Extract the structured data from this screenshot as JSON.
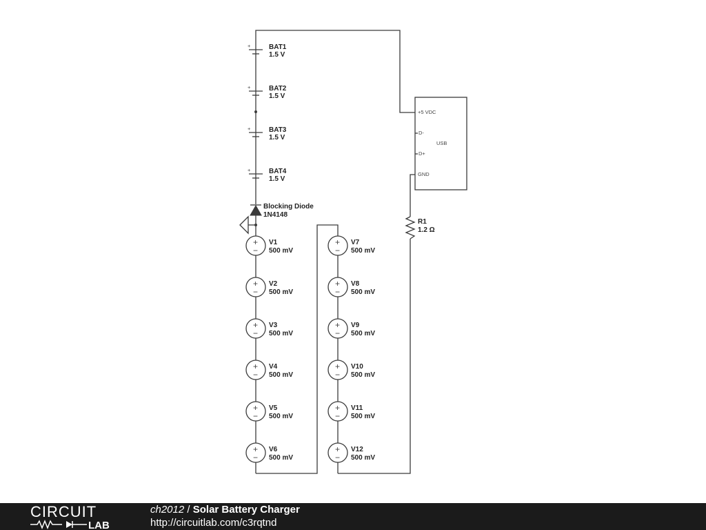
{
  "schematic": {
    "batteries": [
      {
        "name": "BAT1",
        "value": "1.5 V"
      },
      {
        "name": "BAT2",
        "value": "1.5 V"
      },
      {
        "name": "BAT3",
        "value": "1.5 V"
      },
      {
        "name": "BAT4",
        "value": "1.5 V"
      }
    ],
    "diode": {
      "name": "Blocking Diode",
      "value": "1N4148"
    },
    "resistor": {
      "name": "R1",
      "value": "1.2 Ω"
    },
    "usb": {
      "label": "USB",
      "pins": [
        "+5 VDC",
        "D-",
        "D+",
        "GND"
      ]
    },
    "sources_left": [
      {
        "name": "V1",
        "value": "500 mV"
      },
      {
        "name": "V2",
        "value": "500 mV"
      },
      {
        "name": "V3",
        "value": "500 mV"
      },
      {
        "name": "V4",
        "value": "500 mV"
      },
      {
        "name": "V5",
        "value": "500 mV"
      },
      {
        "name": "V6",
        "value": "500 mV"
      }
    ],
    "sources_right": [
      {
        "name": "V7",
        "value": "500 mV"
      },
      {
        "name": "V8",
        "value": "500 mV"
      },
      {
        "name": "V9",
        "value": "500 mV"
      },
      {
        "name": "V10",
        "value": "500 mV"
      },
      {
        "name": "V11",
        "value": "500 mV"
      },
      {
        "name": "V12",
        "value": "500 mV"
      }
    ],
    "battery_plus_symbol": "+",
    "source_plus_symbol": "+",
    "source_minus_symbol": "−"
  },
  "footer": {
    "logo_top": "CIRCUIT",
    "logo_bottom": "LAB",
    "author": "ch2012",
    "separator": " / ",
    "title": "Solar Battery Charger",
    "url": "http://circuitlab.com/c3rqtnd"
  }
}
